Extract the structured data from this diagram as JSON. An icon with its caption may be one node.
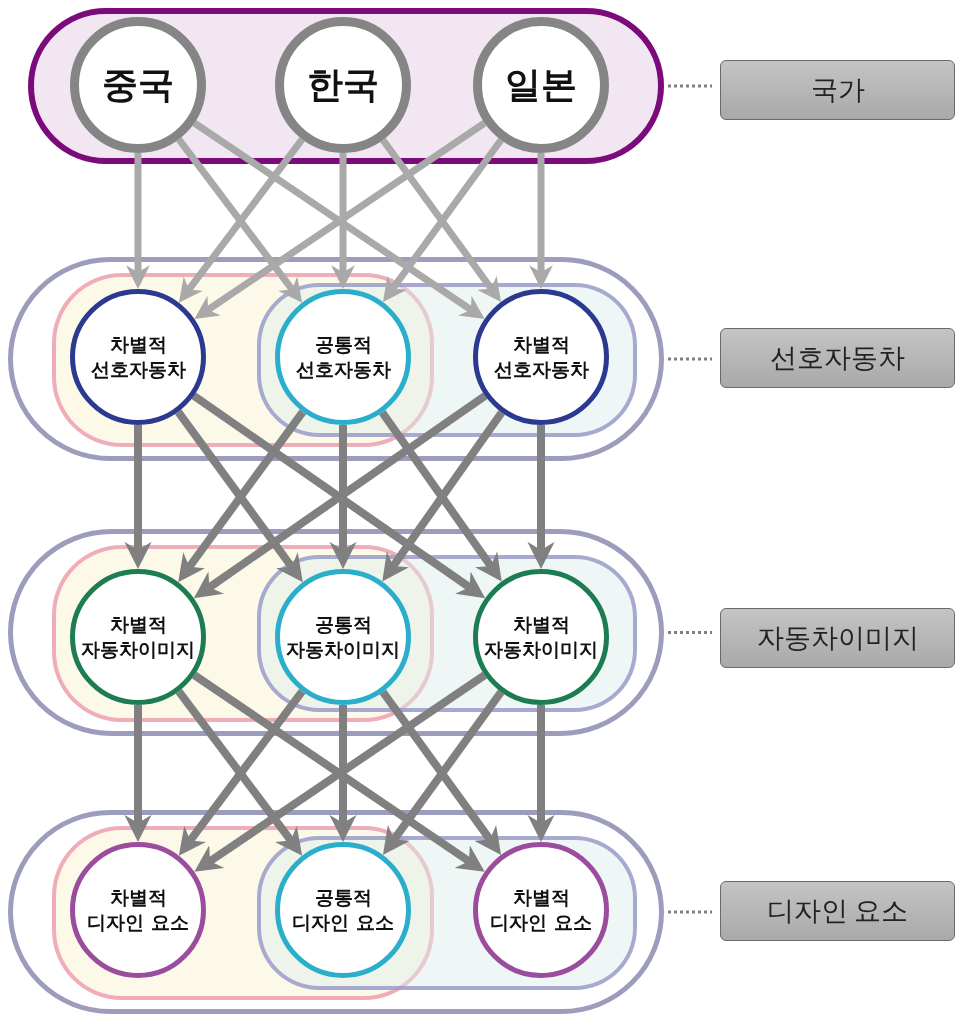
{
  "diagram": {
    "nodes": [
      {
        "text": [],
        "shape": "box"
      },
      {
        "text": [
          "중국"
        ],
        "in": 0
      },
      {
        "text": [
          "한국"
        ],
        "in": 0
      },
      {
        "text": [
          "일본"
        ],
        "in": 0
      },
      {
        "text": [
          "국가"
        ]
      },
      {
        "text": [],
        "shape": "box"
      },
      {
        "text": [],
        "shape": "box",
        "in": 5
      },
      {
        "text": [],
        "shape": "box",
        "in": 5
      },
      {
        "text": [
          "차별적 선호자동차"
        ],
        "in": 6
      },
      {
        "text": [
          "공통적 선호자동차"
        ]
      },
      {
        "text": [
          "차별적 선호자동차"
        ],
        "in": 7
      },
      {
        "text": [
          "선호자동차"
        ]
      },
      {
        "text": [],
        "shape": "box"
      },
      {
        "text": [],
        "shape": "box",
        "in": 12
      },
      {
        "text": [],
        "shape": "box",
        "in": 12
      },
      {
        "text": [
          "차별적 자동차이미지"
        ],
        "in": 13
      },
      {
        "text": [
          "공통적 자동차이미지"
        ]
      },
      {
        "text": [
          "차별적 자동차이미지"
        ],
        "in": 14
      },
      {
        "text": [
          "자동차이미지"
        ]
      },
      {
        "text": [],
        "shape": "box"
      },
      {
        "text": [],
        "shape": "box",
        "in": 19
      },
      {
        "text": [],
        "shape": "box",
        "in": 19
      },
      {
        "text": [
          "차별적 디자인 요소"
        ],
        "in": 20
      },
      {
        "text": [
          "공통적 디자인 요소"
        ]
      },
      {
        "text": [
          "차별적 디자인 요소"
        ],
        "in": 21
      },
      {
        "text": [
          "디자인 요소"
        ]
      }
    ],
    "edges": [
      {
        "from": 1,
        "to": 8,
        "arrow": "to",
        "color": "#a9a9a9"
      },
      {
        "from": 1,
        "to": 9,
        "arrow": "to",
        "color": "#a9a9a9"
      },
      {
        "from": 1,
        "to": 10,
        "arrow": "to",
        "color": "#a9a9a9"
      },
      {
        "from": 2,
        "to": 8,
        "arrow": "to",
        "color": "#a9a9a9"
      },
      {
        "from": 2,
        "to": 9,
        "arrow": "to",
        "color": "#a9a9a9"
      },
      {
        "from": 2,
        "to": 10,
        "arrow": "to",
        "color": "#a9a9a9"
      },
      {
        "from": 3,
        "to": 8,
        "arrow": "to",
        "color": "#a9a9a9"
      },
      {
        "from": 3,
        "to": 9,
        "arrow": "to",
        "color": "#a9a9a9"
      },
      {
        "from": 3,
        "to": 10,
        "arrow": "to",
        "color": "#a9a9a9"
      },
      {
        "from": 8,
        "to": 15,
        "arrow": "to"
      },
      {
        "from": 8,
        "to": 16,
        "arrow": "to"
      },
      {
        "from": 8,
        "to": 17,
        "arrow": "to"
      },
      {
        "from": 9,
        "to": 15,
        "arrow": "to"
      },
      {
        "from": 9,
        "to": 16,
        "arrow": "to"
      },
      {
        "from": 9,
        "to": 17,
        "arrow": "to"
      },
      {
        "from": 10,
        "to": 15,
        "arrow": "to"
      },
      {
        "from": 10,
        "to": 16,
        "arrow": "to"
      },
      {
        "from": 10,
        "to": 17,
        "arrow": "to"
      },
      {
        "from": 15,
        "to": 22,
        "arrow": "to"
      },
      {
        "from": 15,
        "to": 23,
        "arrow": "to"
      },
      {
        "from": 15,
        "to": 24,
        "arrow": "to"
      },
      {
        "from": 16,
        "to": 22,
        "arrow": "to"
      },
      {
        "from": 16,
        "to": 23,
        "arrow": "to"
      },
      {
        "from": 16,
        "to": 24,
        "arrow": "to"
      },
      {
        "from": 17,
        "to": 22,
        "arrow": "to"
      },
      {
        "from": 17,
        "to": 23,
        "arrow": "to"
      },
      {
        "from": 17,
        "to": 24,
        "arrow": "to"
      },
      {
        "from": 0,
        "to": 4,
        "arrow": "none",
        "style": "dashed"
      },
      {
        "from": 5,
        "to": 11,
        "arrow": "none",
        "style": "dashed"
      },
      {
        "from": 12,
        "to": 18,
        "arrow": "none",
        "style": "dashed"
      },
      {
        "from": 19,
        "to": 25,
        "arrow": "none",
        "style": "dashed"
      }
    ]
  }
}
